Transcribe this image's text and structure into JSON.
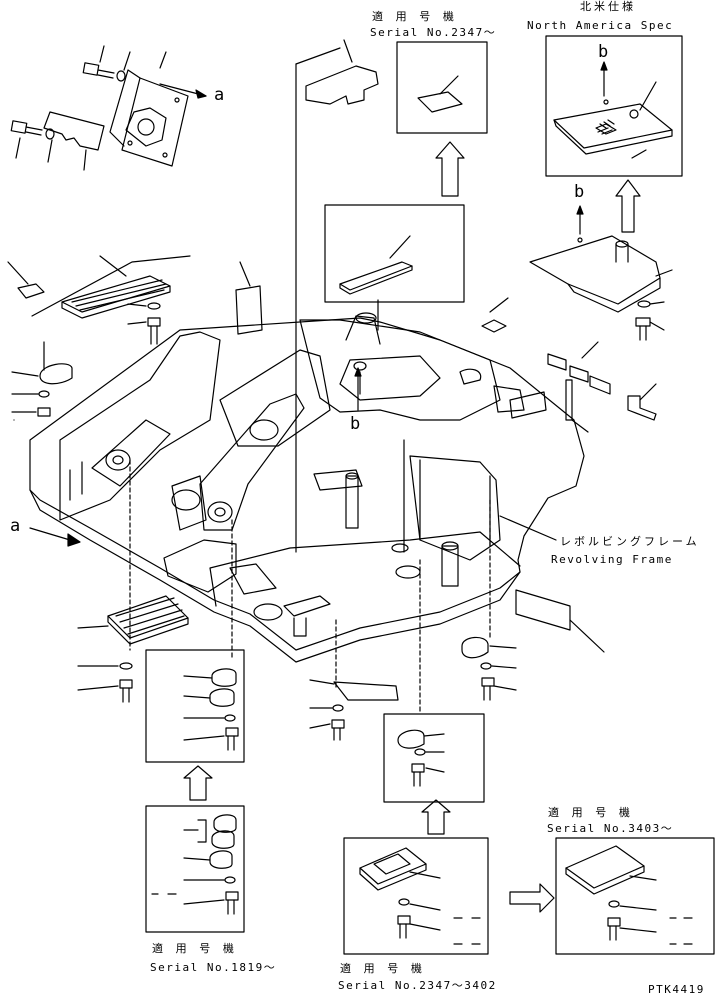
{
  "labels": {
    "serial_2347_jp": "適 用 号 機",
    "serial_2347": "Serial No.2347～",
    "na_spec_jp": "北米仕様",
    "na_spec": "North America Spec",
    "revolving_jp": "レボルビングフレーム",
    "revolving": "Revolving Frame",
    "serial_1819_jp": "適 用 号 機",
    "serial_1819": "Serial No.1819～",
    "serial_2347_3402_jp": "適 用 号 機",
    "serial_2347_3402": "Serial No.2347～3402",
    "serial_3403_jp": "適 用 号 機",
    "serial_3403": "Serial No.3403～",
    "code": "PTK4419"
  },
  "callouts": {
    "a_top": "a",
    "a_left": "a",
    "b_na_top": "b",
    "b_na_mid": "b",
    "b_center": "b"
  }
}
